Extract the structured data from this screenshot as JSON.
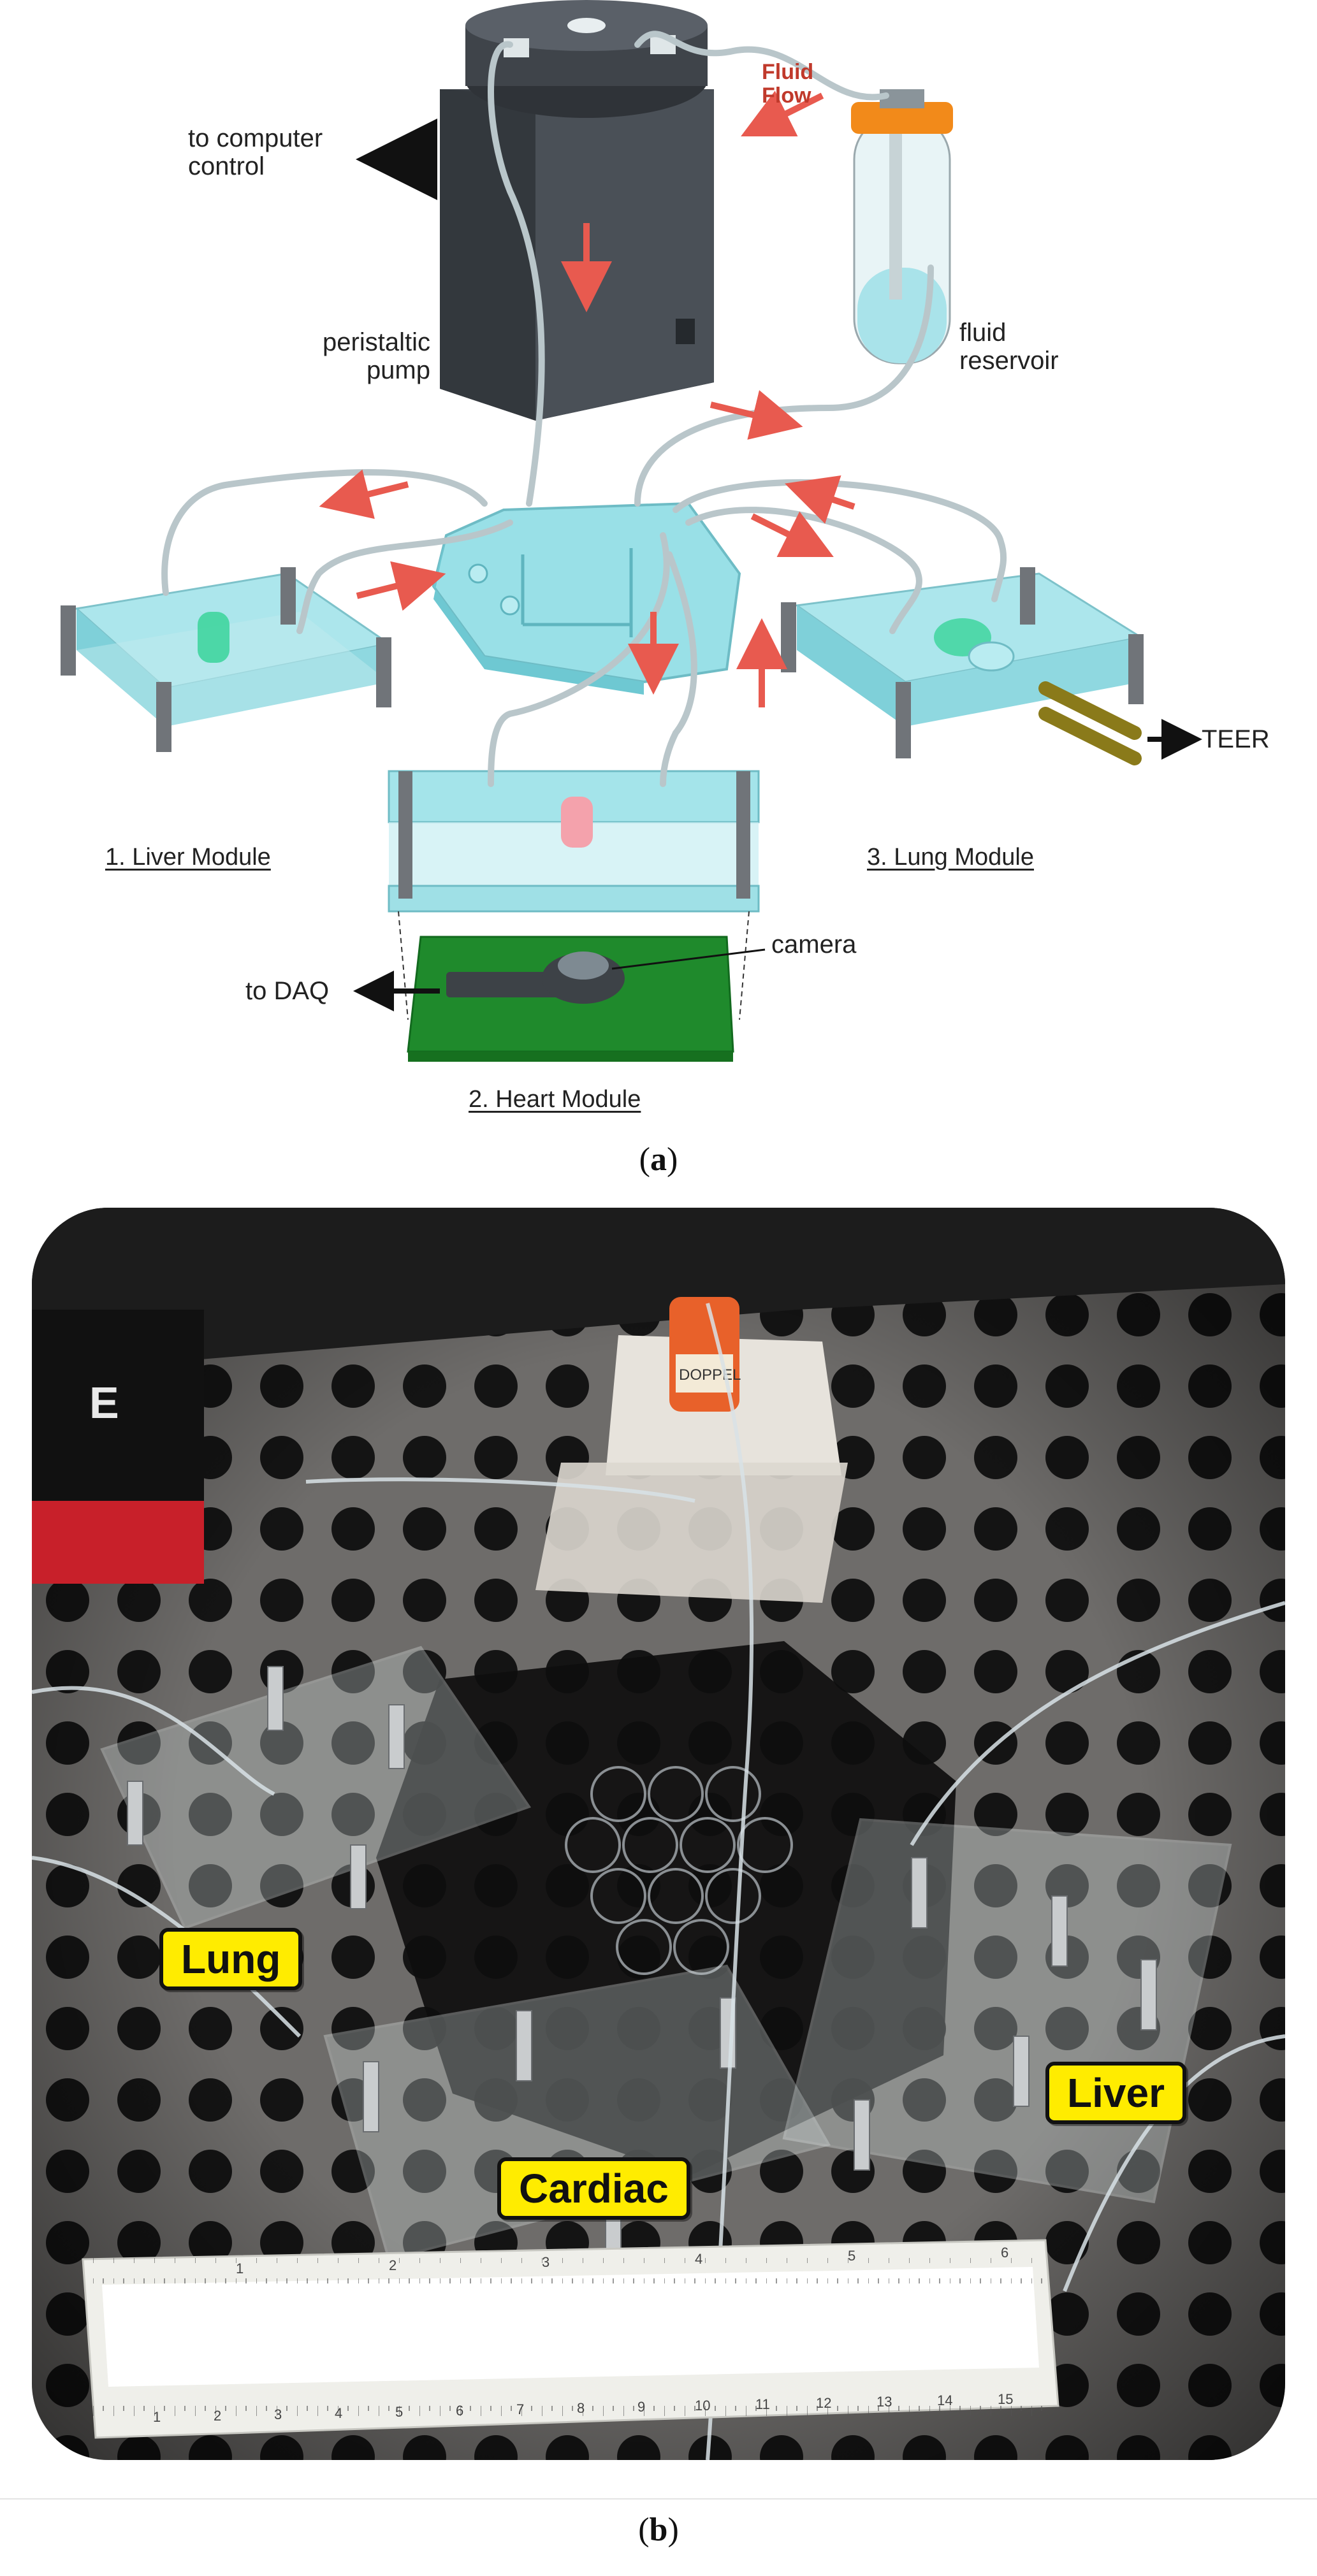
{
  "panel_a": {
    "caption_open": "(",
    "caption_letter": "a",
    "caption_close": ")",
    "labels": {
      "to_computer_control": "to computer control",
      "fluid_flow": "Fluid Flow",
      "peristaltic_pump": "peristaltic pump",
      "fluid_reservoir": "fluid reservoir",
      "liver_module": "1. Liver Module",
      "heart_module": "2. Heart Module",
      "lung_module": "3. Lung Module",
      "teer": "TEER",
      "camera": "camera",
      "to_daq": "to DAQ"
    }
  },
  "panel_b": {
    "caption_open": "(",
    "caption_letter": "b",
    "caption_close": ")",
    "tags": {
      "lung": "Lung",
      "cardiac": "Cardiac",
      "liver": "Liver"
    },
    "ruler_top_numbers": [
      "1",
      "2",
      "3",
      "4",
      "5",
      "6"
    ],
    "ruler_bottom_numbers": [
      "1",
      "2",
      "3",
      "4",
      "5",
      "6",
      "7",
      "8",
      "9",
      "10",
      "11",
      "12",
      "13",
      "14",
      "15"
    ],
    "vial_text": "DOPPEL",
    "unit_text": "E"
  },
  "colors": {
    "pump": "#3b4046",
    "glass": "#9fe3ea",
    "flow_arrow": "#e85a4f",
    "pcb_green": "#1f8a2c",
    "label_yellow": "#ffec00",
    "reservoir_cap": "#f28a1a"
  }
}
